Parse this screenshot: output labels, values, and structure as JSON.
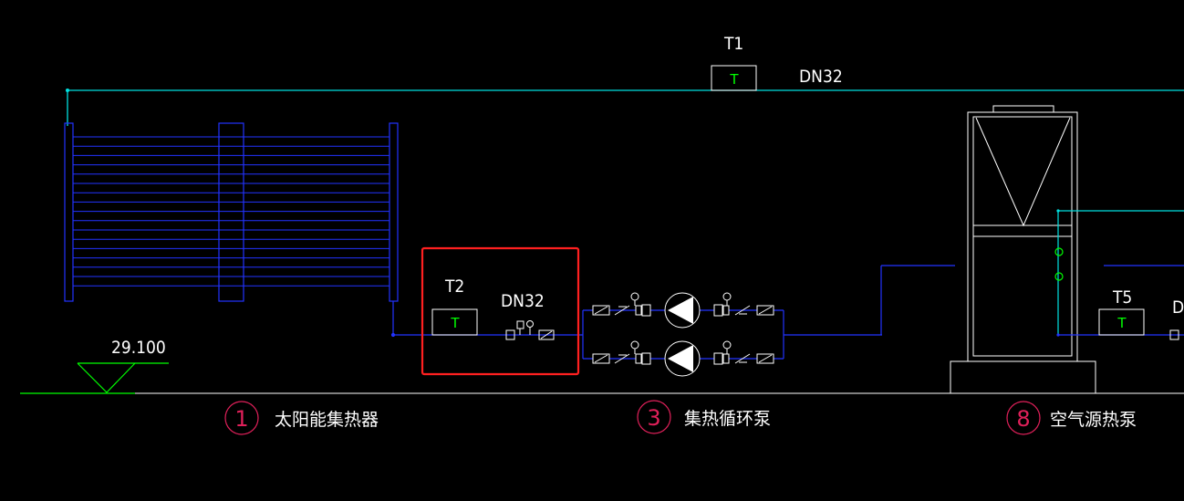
{
  "labels": {
    "t1": "T1",
    "t2": "T2",
    "t5": "T5",
    "dn_top": "DN32",
    "dn_mid": "DN32",
    "dn_right": "DN",
    "elevation": "29.100",
    "sensor_letter": "T"
  },
  "legend": [
    {
      "number": "1",
      "text": "太阳能集热器"
    },
    {
      "number": "3",
      "text": "集热循环泵"
    },
    {
      "number": "8",
      "text": "空气源热泵"
    }
  ],
  "colors": {
    "background": "#000000",
    "pipe_blue": "#0000ff",
    "pipe_cyan": "#00e0e0",
    "outline_white": "#ffffff",
    "ground_green": "#00ff00",
    "marker_red": "#e0205a",
    "selection_red": "#ff2020"
  }
}
